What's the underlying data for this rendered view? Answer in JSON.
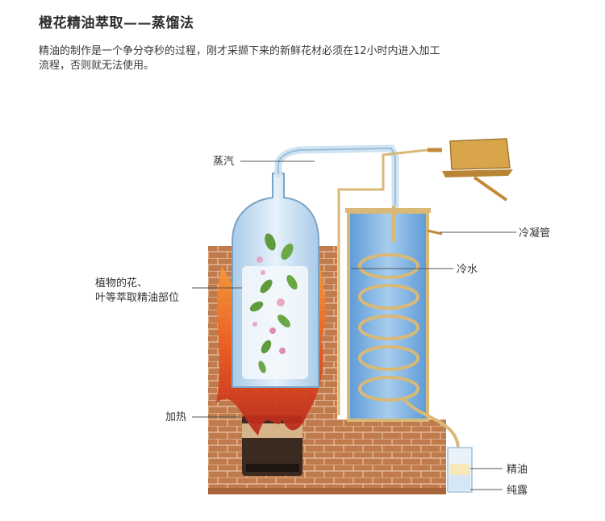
{
  "header": {
    "title": "橙花精油萃取——蒸馏法",
    "description_line1": "精油的制作是一个争分夺秒的过程，刚才采撷下来的新鲜花材必须在12小时内进入加工",
    "description_line2": "流程，否则就无法使用。"
  },
  "labels": {
    "steam": "蒸汽",
    "condenser": "冷凝管",
    "cold_water": "冷水",
    "flowers_line1": "植物的花、",
    "flowers_line2": "叶等萃取精油部位",
    "heating": "加热",
    "essential_oil": "精油",
    "hydrosol": "纯露"
  },
  "colors": {
    "brick": "#b8744a",
    "glass": "#cfe3f2",
    "water": "#7fb3e0",
    "flame": "#e2541f",
    "pipe": "#d8b978"
  }
}
